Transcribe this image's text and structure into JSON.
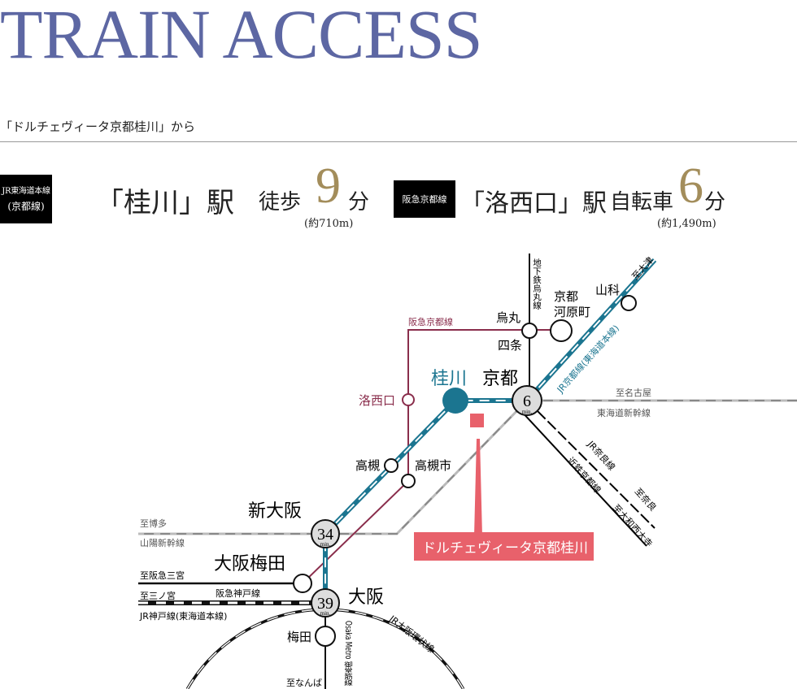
{
  "header": {
    "title": "TRAIN ACCESS",
    "subtitle": "「ドルチェヴィータ京都桂川」から"
  },
  "access": [
    {
      "line_line1": "JR東海道本線",
      "line_line2": "(京都線)",
      "station": "「桂川」駅",
      "mode": "徒歩",
      "minutes": "9",
      "unit": "分",
      "distance": "(約710m)"
    },
    {
      "line_line1": "阪急京都線",
      "station": "「洛西口」駅",
      "mode": "自転車",
      "minutes": "6",
      "unit": "分",
      "distance": "(約1,490m)"
    }
  ],
  "map": {
    "colors": {
      "jr": "#1b7590",
      "hankyu": "#8a2e4c",
      "property": "#e8616b",
      "shinkansen": "#999999",
      "gold": "#a38d5b",
      "hub": "#dddddd"
    },
    "lines": {
      "karasuma": "地下鉄烏丸線",
      "hankyu_kyoto": "阪急京都線",
      "jr_kyoto": "JR京都線(東海道本線)",
      "shinkansen_east": "東海道新幹線",
      "shinkansen_west": "山陽新幹線",
      "jr_nara": "JR奈良線",
      "kintetsu": "近鉄京都線",
      "hankyu_kobe": "阪急神戸線",
      "jr_kobe": "JR神戸線(東海道本線)",
      "loop": "JR大阪環状線",
      "midosuji": "Osaka Metro 御堂筋線"
    },
    "directions": {
      "otsu": "至大津",
      "nagoya": "至名古屋",
      "nara": "至奈良",
      "yamatosaidaiji": "至大和西大寺",
      "hakata": "至博多",
      "sannomiya_hankyu": "至阪急三宮",
      "sannomiya": "至三ノ宮",
      "namba": "至なんば"
    },
    "stations": {
      "karasuma": "烏丸",
      "shijo": "四条",
      "kawaramachi_1": "京都",
      "kawaramachi_2": "河原町",
      "yamashina": "山科",
      "katsuragawa": "桂川",
      "kyoto": "京都",
      "rakusaiguchi": "洛西口",
      "takatsuki": "高槻",
      "takatsukishi": "高槻市",
      "shinosaka": "新大阪",
      "osakaumeda": "大阪梅田",
      "osaka": "大阪",
      "umeda": "梅田"
    },
    "times": {
      "kyoto": "6",
      "shinosaka": "34",
      "osaka": "39",
      "unit": "min."
    },
    "property": "ドルチェヴィータ京都桂川"
  }
}
